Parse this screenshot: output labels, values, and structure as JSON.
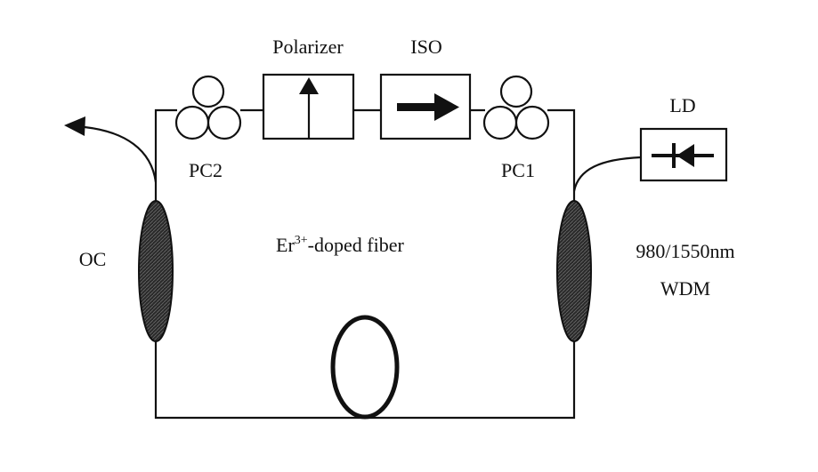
{
  "labels": {
    "polarizer": "Polarizer",
    "iso": "ISO",
    "ld": "LD",
    "pc2": "PC2",
    "pc1": "PC1",
    "oc": "OC",
    "fiber_prefix": "Er",
    "fiber_superscript": "3+",
    "fiber_suffix": "-doped fiber",
    "wdm_wavelength": "980/1550nm",
    "wdm": "WDM"
  },
  "colors": {
    "line": "#111111",
    "coupler_fill": "#333333",
    "background": "#ffffff"
  }
}
